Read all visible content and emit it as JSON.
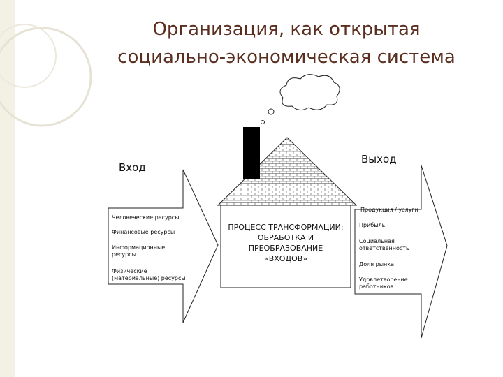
{
  "title": {
    "line1": "Организация, как открытая",
    "line2": "социально-экономическая система"
  },
  "input": {
    "label": "Вход",
    "items": [
      "Человеческие ресурсы",
      "Финансовые ресурсы",
      "Информационные ресурсы",
      "Физические (материальные) ресурсы"
    ]
  },
  "output": {
    "label": "Выход",
    "items": [
      "Продукция / услуги",
      "Прибыль",
      "Социальная ответственность",
      "Доля рынка",
      "Удовлетворение работников"
    ]
  },
  "process": {
    "line1": "ПРОЦЕСС ТРАНСФОРМАЦИИ:",
    "line2": "ОБРАБОТКА И",
    "line3": "ПРЕОБРАЗОВАНИЕ",
    "line4": "«ВХОДОВ»"
  },
  "colors": {
    "title": "#5a2f20",
    "strip": "#f3f0e4",
    "line": "#222222",
    "chimney": "#000000"
  }
}
